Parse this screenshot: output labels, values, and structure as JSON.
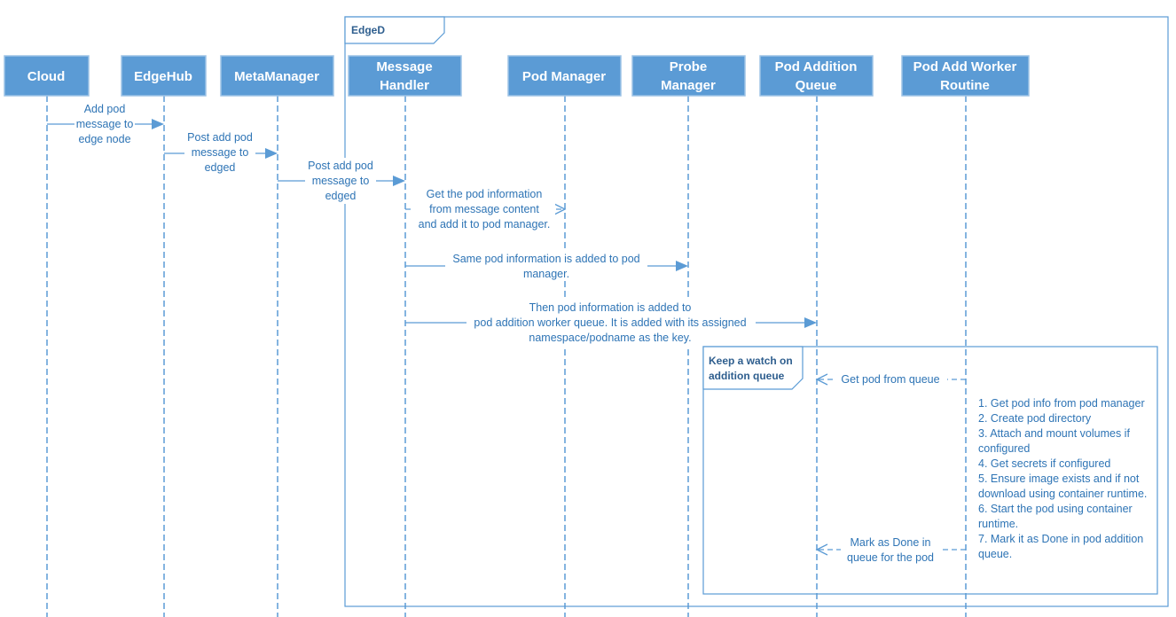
{
  "frames": {
    "edged": {
      "title": "EdgeD"
    },
    "watch": {
      "title_lines": [
        "Keep a watch on",
        "addition queue"
      ]
    }
  },
  "actors": [
    {
      "id": "cloud",
      "lines": [
        "Cloud"
      ]
    },
    {
      "id": "edgehub",
      "lines": [
        "EdgeHub"
      ]
    },
    {
      "id": "metamanager",
      "lines": [
        "MetaManager"
      ]
    },
    {
      "id": "message-handler",
      "lines": [
        "Message",
        "Handler"
      ]
    },
    {
      "id": "pod-manager",
      "lines": [
        "Pod Manager"
      ]
    },
    {
      "id": "probe-manager",
      "lines": [
        "Probe",
        "Manager"
      ]
    },
    {
      "id": "pod-addition-queue",
      "lines": [
        "Pod Addition",
        "Queue"
      ]
    },
    {
      "id": "pod-add-worker-routine",
      "lines": [
        "Pod Add Worker",
        "Routine"
      ]
    }
  ],
  "messages": [
    {
      "id": "cloud-to-edgehub",
      "lines": [
        "Add pod",
        "message to",
        "edge node"
      ]
    },
    {
      "id": "edgehub-to-metamanager",
      "lines": [
        "Post add pod",
        "message to",
        "edged"
      ]
    },
    {
      "id": "metamanager-to-handler",
      "lines": [
        "Post add pod",
        "message to",
        "edged"
      ]
    },
    {
      "id": "handler-to-podmanager",
      "lines": [
        "Get the pod information",
        "from message content",
        "and add it to pod manager."
      ]
    },
    {
      "id": "handler-to-probemanager",
      "lines": [
        "Same pod information is added to pod",
        "manager."
      ]
    },
    {
      "id": "handler-to-queue",
      "lines": [
        "Then pod information is added to",
        "pod addition worker queue. It is added with its assigned",
        "namespace/podname as the key."
      ]
    },
    {
      "id": "worker-get-from-queue",
      "lines": [
        "Get pod from queue"
      ]
    },
    {
      "id": "worker-steps",
      "lines": [
        "1. Get pod info from pod manager",
        "2. Create pod directory",
        "3. Attach and mount volumes if",
        "configured",
        "4. Get secrets if configured",
        "5. Ensure image exists and if not",
        "download using container runtime.",
        "6. Start the pod using container",
        "runtime.",
        "7. Mark it as Done in pod addition",
        "queue."
      ]
    },
    {
      "id": "worker-mark-done",
      "lines": [
        "Mark as Done in",
        "queue for the pod"
      ]
    }
  ],
  "colors": {
    "actor_fill": "#5b9bd5",
    "line": "#5b9bd5",
    "text": "#2e74b5"
  }
}
